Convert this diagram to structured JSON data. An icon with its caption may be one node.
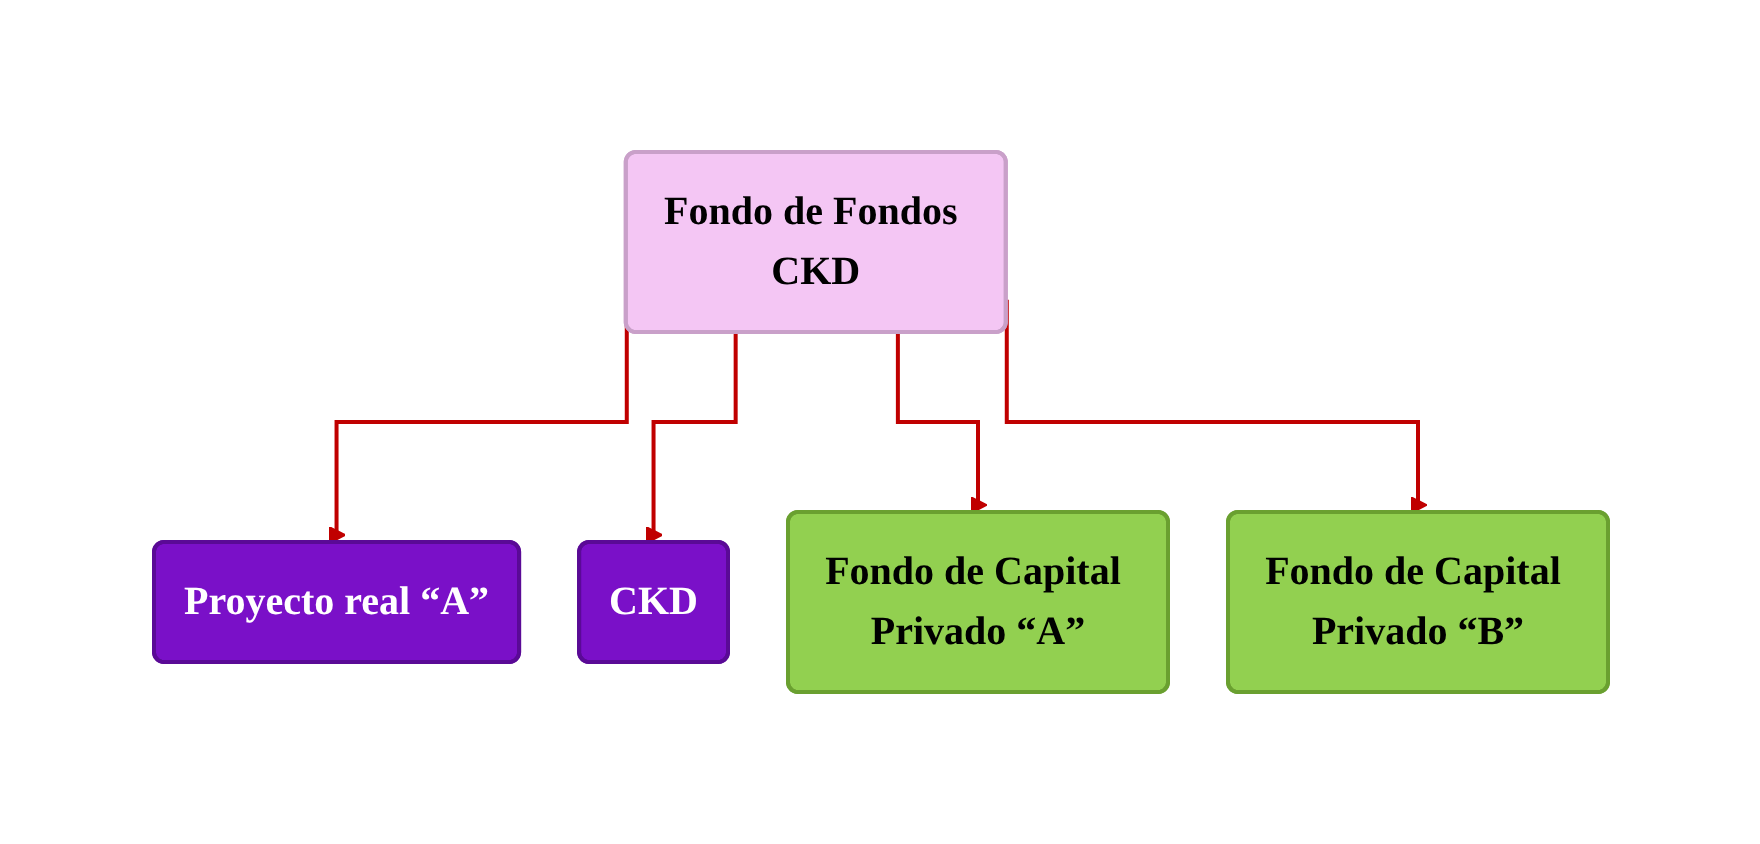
{
  "diagram": {
    "nodes": [
      {
        "text": [
          "Fondo de Fondos CKD"
        ]
      },
      {
        "text": [
          "Proyecto real “A”"
        ]
      },
      {
        "text": [
          "CKD"
        ]
      },
      {
        "text": [
          "Fondo de Capital Privado “A”"
        ]
      },
      {
        "text": [
          "Fondo de Capital Privado “B”"
        ]
      }
    ],
    "edges": [
      {
        "from": 0,
        "to": 1,
        "arrow": "to"
      },
      {
        "from": 0,
        "to": 2,
        "arrow": "to"
      },
      {
        "from": 0,
        "to": 3,
        "arrow": "to"
      },
      {
        "from": 0,
        "to": 4,
        "arrow": "to"
      }
    ]
  }
}
